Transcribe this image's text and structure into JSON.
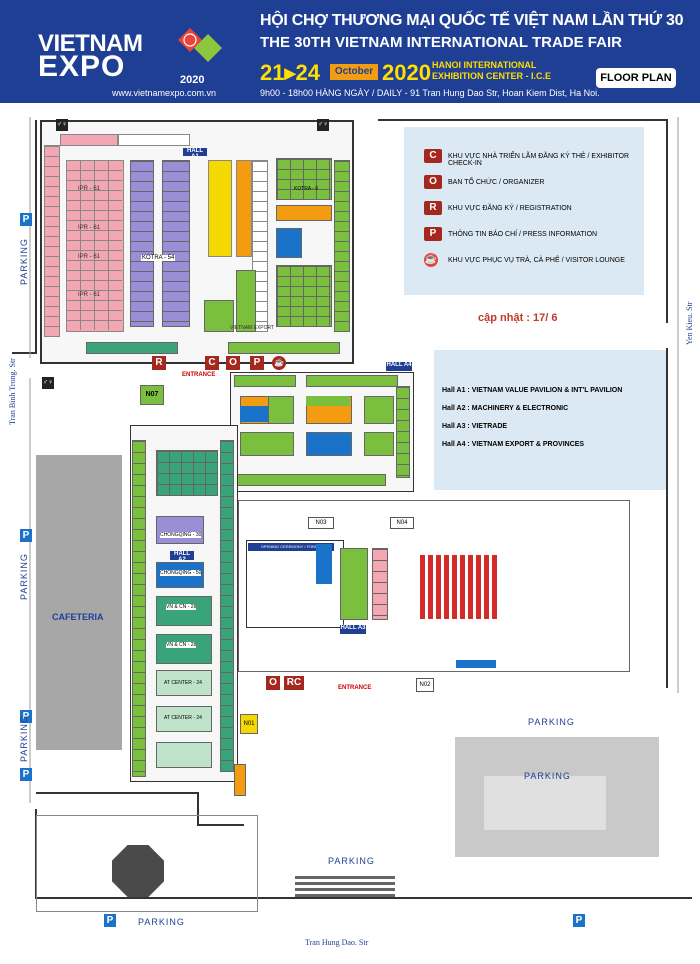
{
  "header": {
    "logo_vietnam": "VIETNAM",
    "logo_expo": "EXPO",
    "logo_year": "2020",
    "website": "www.vietnamexpo.com.vn",
    "title_vn": "HỘI CHỢ THƯƠNG MẠI QUỐC TẾ VIỆT NAM LẦN THỨ 30",
    "title_en": "THE 30TH VIETNAM INTERNATIONAL TRADE FAIR",
    "date_range": "21▸24",
    "month": "October",
    "year": "2020",
    "venue_line1": "HANOI INTERNATIONAL",
    "venue_line2": "EXHIBITION CENTER - I.C.E",
    "hours": "9h00 - 18h00 HÀNG NGÀY / DAILY - 91 Tran Hung Dao Str, Hoan Kiem Dist, Ha Noi.",
    "floor_plan_label": "FLOOR PLAN"
  },
  "legend": {
    "items": [
      {
        "icon": "C",
        "label": "KHU VỰC NHÀ TRIỂN LÃM ĐĂNG KÝ THẺ / EXHIBITOR CHECK-IN"
      },
      {
        "icon": "O",
        "label": "BAN TỔ CHỨC / ORGANIZER"
      },
      {
        "icon": "R",
        "label": "KHU VỰC ĐĂNG KÝ / REGISTRATION"
      },
      {
        "icon": "P",
        "label": "THÔNG TIN BÁO CHÍ / PRESS INFORMATION"
      },
      {
        "icon": "☕",
        "label": "KHU VỰC PHỤC VỤ TRÀ, CÀ PHÊ / VISITOR LOUNGE"
      }
    ],
    "update_note": "cập nhật : 17/ 6"
  },
  "halls": {
    "items": [
      "Hall A1 : VIETNAM VALUE PAVILION & INT'L PAVILION",
      "Hall A2 : MACHINERY & ELECTRONIC",
      "Hall A3 : VIETRADE",
      "Hall A4 : VIETNAM EXPORT & PROVINCES"
    ]
  },
  "map": {
    "streets": {
      "left": "Tran Binh Trong. Str",
      "right": "Yen Kieu. Str",
      "bottom": "Tran Hung Dao. Str"
    },
    "parking": "PARKING",
    "cafeteria": "CAFETERIA",
    "entrance": "ENTRANCE",
    "hall_a1": "HALL A1",
    "hall_a2": "HALL A2",
    "hall_a3": "HALL A3",
    "hall_a4": "HALL A4",
    "kotra_54": "KOTRA - 54",
    "kotra_6": "KOTRA - 6",
    "ipr_61": "IPR - 61",
    "vietnam_export": "VIETNAM EXPORT",
    "chongqing_30": "CHONGQING - 30",
    "chongqing_50": "CHONGQING - 50",
    "vncn_28a": "VN & CN - 28",
    "vncn_28b": "VN & CN - 28",
    "at_center_24a": "AT CENTER - 24",
    "at_center_24b": "AT CENTER - 24",
    "opening_forum": "OPENING CEREMONY / FORUM",
    "n07": "N07",
    "n03": "N03",
    "n04": "N04",
    "n01": "N01",
    "n02": "N02",
    "o_label": "O",
    "rc_label": "RC",
    "r_label": "R",
    "c_label": "C",
    "o2_label": "O",
    "p_label": "P"
  },
  "colors": {
    "header_bg": "#1f3f95",
    "accent_yellow": "#ffde00",
    "marker_red": "#a5281f",
    "booth_pink": "#f2a7b3",
    "booth_purple": "#9a8fd6",
    "booth_green": "#7bbf3f",
    "booth_teal": "#39a37a",
    "booth_blue": "#1a73c9",
    "booth_orange": "#f39c12",
    "booth_yellow": "#f5d800"
  }
}
